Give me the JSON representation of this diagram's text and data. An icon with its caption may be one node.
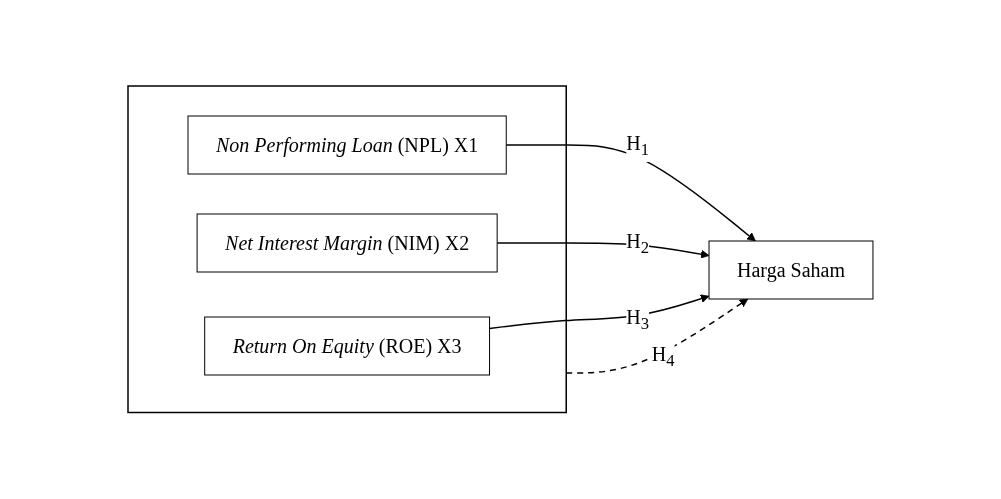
{
  "diagram": {
    "nodes": [
      {
        "text": [],
        "shape": "box"
      },
      {
        "text": [
          "*Non Performing Loan* (NPL) X1"
        ],
        "in": 0
      },
      {
        "text": [
          "*Net Interest Margin* (NIM) X2"
        ],
        "in": 0
      },
      {
        "text": [
          "*Return On Equity* (ROE) X3"
        ],
        "in": 0
      },
      {
        "text": [
          "Harga Saham"
        ]
      }
    ],
    "edges": [
      {
        "from": 1,
        "to": 4,
        "arrow": "to",
        "label": "H$_{1}$"
      },
      {
        "from": 2,
        "to": 4,
        "arrow": "to",
        "label": "H$_{2}$"
      },
      {
        "from": 3,
        "to": 4,
        "arrow": "to",
        "label": "H$_{3}$"
      },
      {
        "from": 0,
        "to": 4,
        "arrow": "to",
        "label": "H$_{4}$",
        "style": "dashed"
      }
    ]
  }
}
